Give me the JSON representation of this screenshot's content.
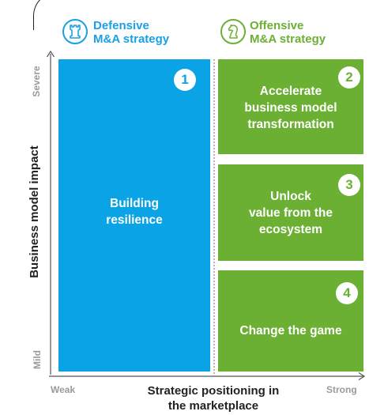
{
  "strategies": {
    "defensive": {
      "line1": "Defensive",
      "line2": "M&A strategy",
      "icon": "chess-rook-icon",
      "color": "#1aa0e4"
    },
    "offensive": {
      "line1": "Offensive",
      "line2": "M&A strategy",
      "icon": "chess-knight-icon",
      "color": "#6cb033"
    }
  },
  "panels": {
    "p1": {
      "number": "1",
      "lines": [
        "Building",
        "resilience"
      ],
      "color": "#0aa3e6"
    },
    "p2": {
      "number": "2",
      "lines": [
        "Accelerate",
        "business model",
        "transformation"
      ],
      "color": "#6cb033"
    },
    "p3": {
      "number": "3",
      "lines": [
        "Unlock",
        "value from the",
        "ecosystem"
      ],
      "color": "#6cb033"
    },
    "p4": {
      "number": "4",
      "lines": [
        "Change the game"
      ],
      "color": "#6cb033"
    }
  },
  "axes": {
    "y": {
      "label": "Business model impact",
      "high": "Severe",
      "low": "Mild"
    },
    "x": {
      "line1": "Strategic positioning in",
      "line2": "the marketplace",
      "low": "Weak",
      "high": "Strong"
    }
  }
}
